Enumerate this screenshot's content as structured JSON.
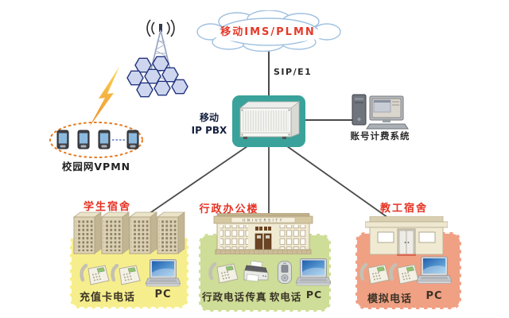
{
  "diagram": {
    "cloud_label": "移动IMS/PLMN",
    "link_label": "SIP/E1",
    "vpmn_label": "校园网VPMN",
    "pbx_label_line1": "移动",
    "pbx_label_line2": "IP PBX",
    "billing_label": "账号计费系统"
  },
  "zones": [
    {
      "title": "学生宿舍",
      "device_labels": [
        "充值卡电话",
        "PC"
      ]
    },
    {
      "title": "行政办公楼",
      "building_sign": "UNIVERSITY",
      "device_labels": [
        "行政电话",
        "传真",
        "软电话",
        "PC"
      ]
    },
    {
      "title": "教工宿舍",
      "device_labels": [
        "模拟电话",
        "PC"
      ]
    }
  ],
  "colors": {
    "pbx_box": "#3AA29A",
    "cloud_outline": "#9FC0E0",
    "heading_red": "#E53122",
    "vpmn_orange": "#E87A20",
    "student_zone": "#F6EE8C",
    "admin_zone": "#CEDD97",
    "faculty_zone": "#F0A083",
    "lightning_yellow": "#F5B942",
    "line_gray": "#4A4A4A"
  }
}
